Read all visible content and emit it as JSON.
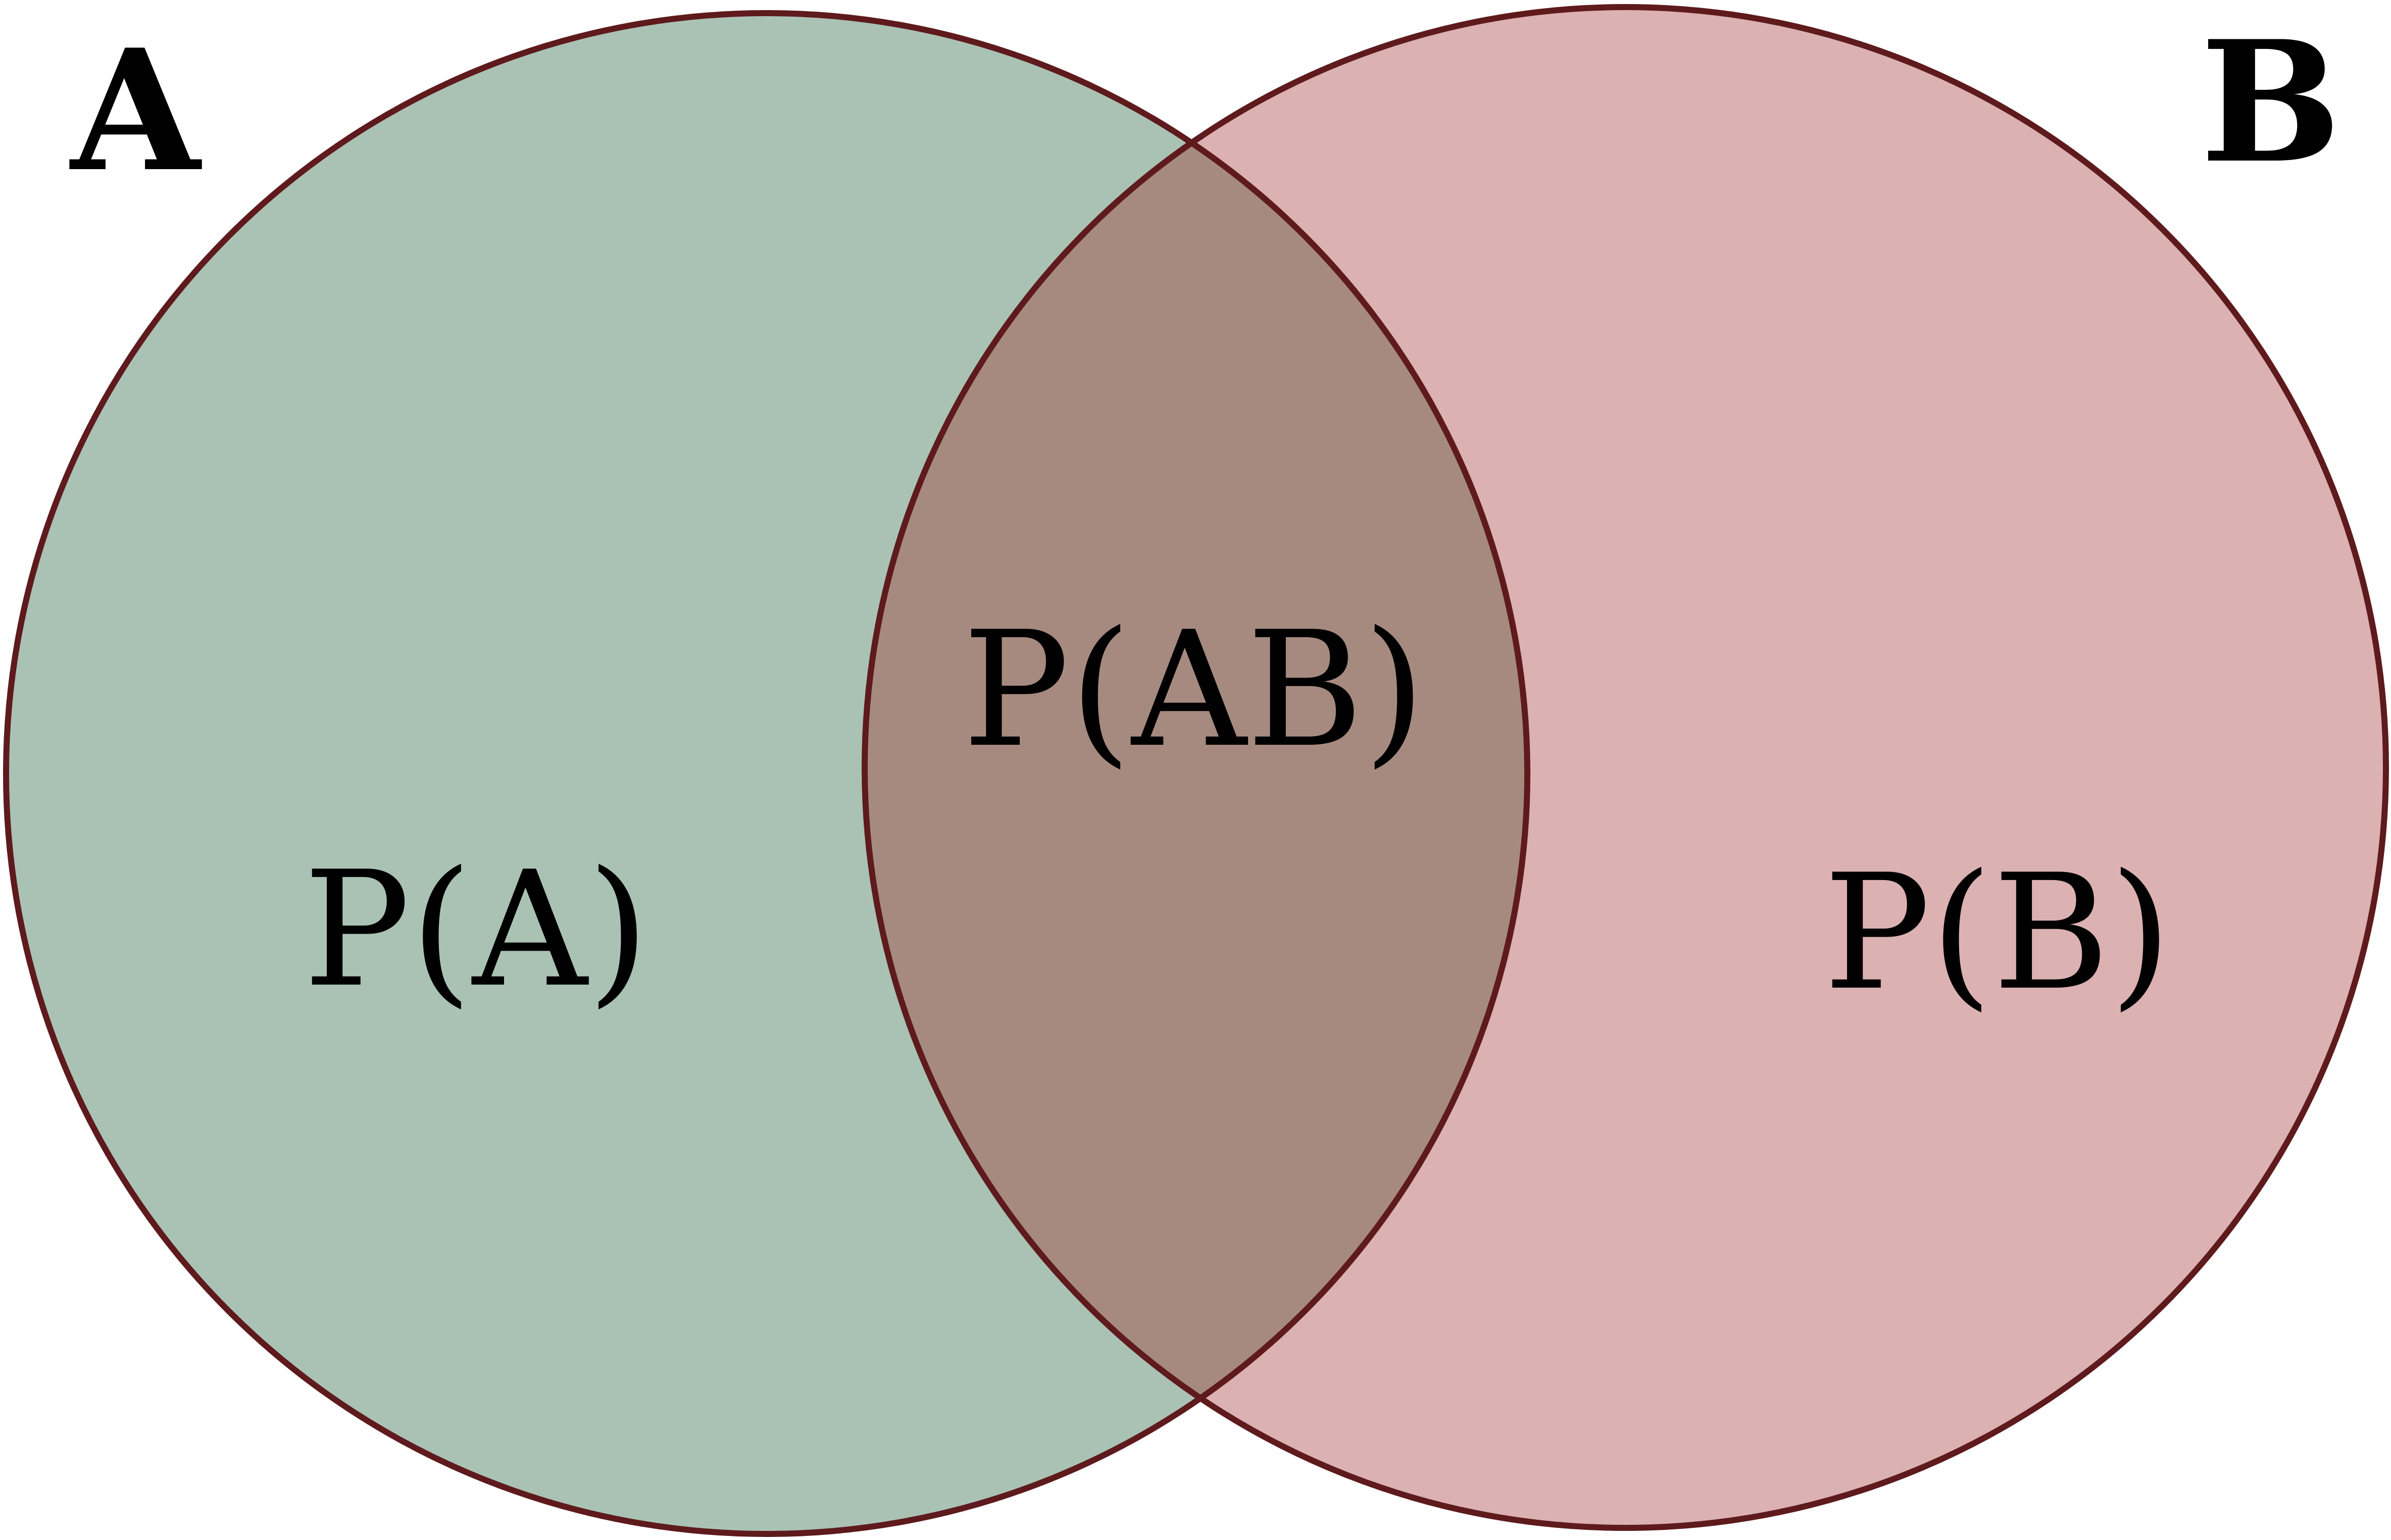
{
  "diagram": {
    "type": "venn",
    "sets": [
      {
        "name": "A",
        "region_label": "P(A)",
        "fill": "#aac2b4"
      },
      {
        "name": "B",
        "region_label": "P(B)",
        "fill": "#dbb1b2"
      }
    ],
    "intersection": {
      "label": "P(AB)",
      "fill": "#a68a80"
    },
    "outline_color": "#5e1a1c"
  }
}
